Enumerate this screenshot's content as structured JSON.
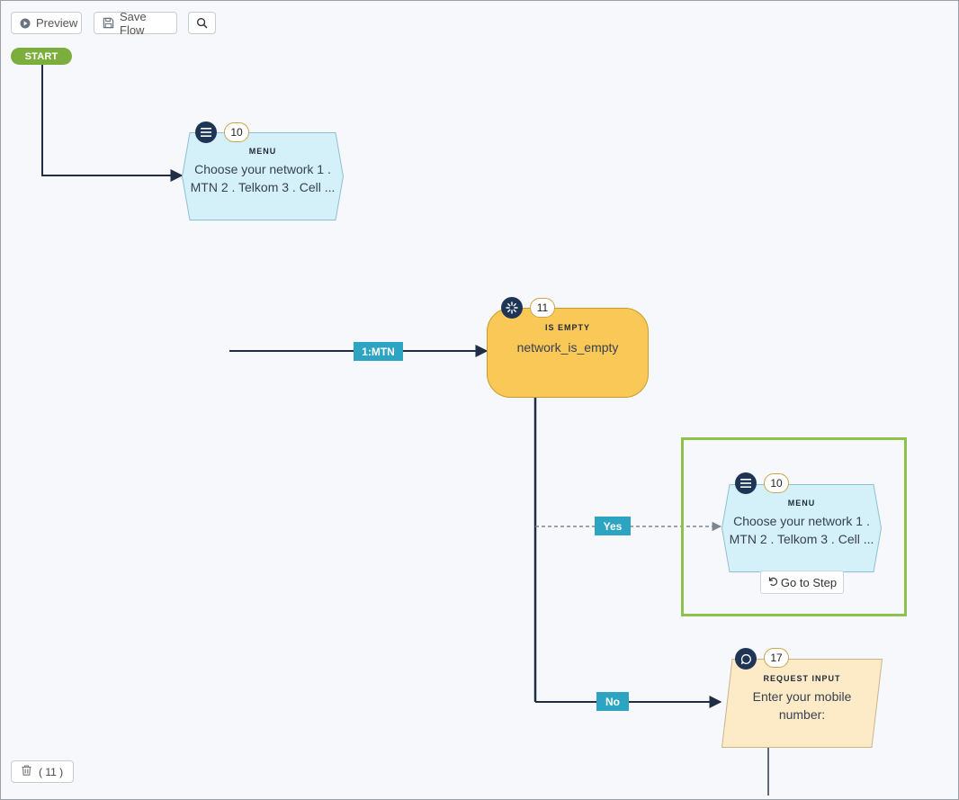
{
  "toolbar": {
    "preview_label": "Preview",
    "save_label": "Save Flow"
  },
  "start_label": "START",
  "nodes": [
    {
      "id": "menu-main",
      "number": "10",
      "type": "MENU",
      "text": "Choose your network 1 . MTN 2 . Telkom 3 . Cell ..."
    },
    {
      "id": "is-empty",
      "number": "11",
      "type": "IS EMPTY",
      "text": "network_is_empty"
    },
    {
      "id": "menu-goto",
      "number": "10",
      "type": "MENU",
      "text": "Choose your network 1 . MTN 2 . Telkom 3 . Cell ..."
    },
    {
      "id": "request-input",
      "number": "17",
      "type": "REQUEST INPUT",
      "text": "Enter your mobile number:"
    }
  ],
  "edges": {
    "mtn_label": "1:MTN",
    "yes_label": "Yes",
    "no_label": "No"
  },
  "goto_step_label": "Go to Step",
  "trash_count_label": "( 11 )",
  "colors": {
    "menu_fill": "#d4f1fa",
    "menu_stroke": "#8fbfd2",
    "condition_fill": "#f9c857",
    "condition_stroke": "#c99a2e",
    "input_fill": "#fdebc8",
    "input_stroke": "#c9b48a",
    "edge_label": "#2ea4c3",
    "start": "#7cae3e",
    "highlight": "#8cc34a",
    "icon_badge": "#1f3556"
  }
}
